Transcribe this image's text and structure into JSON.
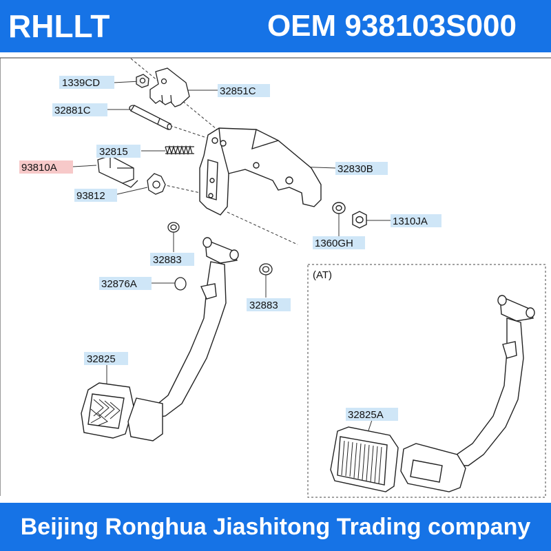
{
  "header": {
    "brand": "RHLLT",
    "oem": "OEM 938103S000"
  },
  "footer": {
    "company": "Beijing Ronghua Jiashitong Trading company"
  },
  "diagram": {
    "inset_label": "(AT)",
    "parts": [
      {
        "id": "p1339cd",
        "label": "1339CD",
        "highlight": false
      },
      {
        "id": "p32851c",
        "label": "32851C",
        "highlight": false
      },
      {
        "id": "p32881c",
        "label": "32881C",
        "highlight": false
      },
      {
        "id": "p32815",
        "label": "32815",
        "highlight": false
      },
      {
        "id": "p93810a",
        "label": "93810A",
        "highlight": true
      },
      {
        "id": "p93812",
        "label": "93812",
        "highlight": false
      },
      {
        "id": "p32830b",
        "label": "32830B",
        "highlight": false
      },
      {
        "id": "p1360gh",
        "label": "1360GH",
        "highlight": false
      },
      {
        "id": "p1310ja",
        "label": "1310JA",
        "highlight": false
      },
      {
        "id": "p32883a",
        "label": "32883",
        "highlight": false
      },
      {
        "id": "p32876a",
        "label": "32876A",
        "highlight": false
      },
      {
        "id": "p32883b",
        "label": "32883",
        "highlight": false
      },
      {
        "id": "p32825",
        "label": "32825",
        "highlight": false
      },
      {
        "id": "p32825a",
        "label": "32825A",
        "highlight": false
      }
    ],
    "colors": {
      "label_box": "#cfe6f7",
      "label_box_highlight": "#f7c9c9",
      "banner": "#1673e6"
    }
  }
}
